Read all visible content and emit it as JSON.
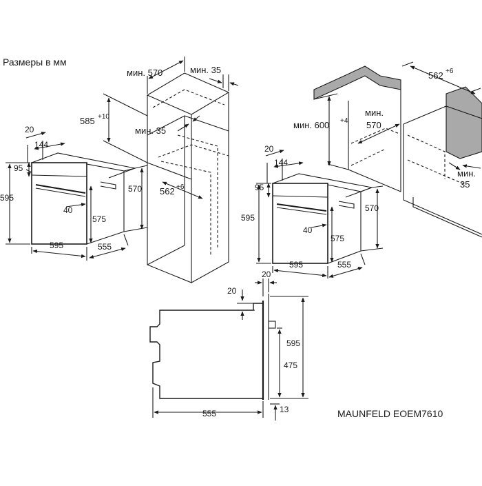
{
  "units_caption": "Размеры в мм",
  "model_caption": "MAUNFELD EOEM7610",
  "colors": {
    "line": "#1a1a1a",
    "countertop": "#a9a9a9",
    "background": "#ffffff"
  },
  "oven_left": {
    "d20": "20",
    "d144": "144",
    "d95": "95",
    "d595h": "595",
    "d570": "570",
    "d40": "40",
    "d575": "575",
    "d595w": "595",
    "d555": "555"
  },
  "tall_cabinet": {
    "min570": "мин. 570",
    "min35_top": "мин. 35",
    "d585": "585",
    "sup10": "+10",
    "min35_mid": "мин. 35",
    "d562": "562",
    "sup6": "+6"
  },
  "oven_right": {
    "d20": "20",
    "d144": "144",
    "d95": "95",
    "d595h": "595",
    "d570": "570",
    "d40": "40",
    "d575": "575",
    "d595w": "595",
    "d555": "555"
  },
  "under_counter": {
    "d562": "562",
    "sup6": "+6",
    "min_label": "мин.",
    "d570": "570",
    "min600": "мин. 600",
    "sup4": "+4",
    "min_label2": "мин.",
    "d35": "35"
  },
  "side_view": {
    "d20a": "20",
    "d20b": "20",
    "d595": "595",
    "d475": "475",
    "d555": "555",
    "d13": "13"
  }
}
